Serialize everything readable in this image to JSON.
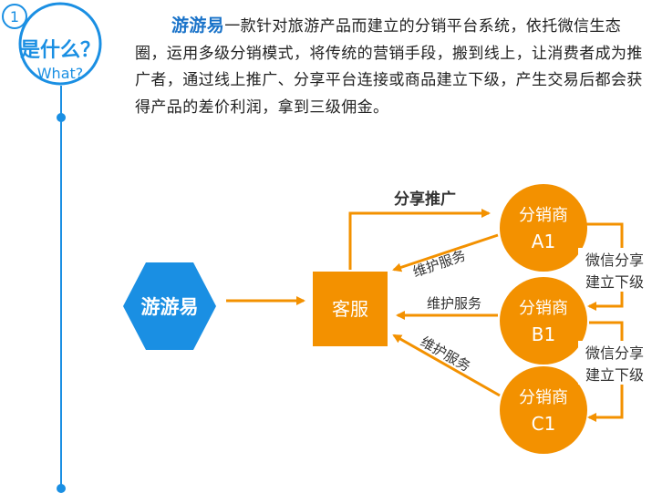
{
  "badge": {
    "number": "1",
    "title": "是什么？",
    "subtitle": "What?"
  },
  "intro": {
    "brand": "游游易",
    "text": "一款针对旅游产品而建立的分销平台系统，依托微信生态圈，运用多级分销模式，将传统的营销手段，搬到线上，让消费者成为推广者，通过线上推广、分享平台连接或商品建立下级，产生交易后都会获得产品的差价利润，拿到三级佣金。"
  },
  "diagram": {
    "brand_node": "游游易",
    "service_node": "客服",
    "share_promote": "分享推广",
    "maintain_1": "维护服务",
    "maintain_2": "维护服务",
    "maintain_3": "维护服务",
    "distributors": [
      {
        "line1": "分销商",
        "line2": "A1"
      },
      {
        "line1": "分销商",
        "line2": "B1"
      },
      {
        "line1": "分销商",
        "line2": "C1"
      }
    ],
    "wechat_1": {
      "line1": "微信分享",
      "line2": "建立下级"
    },
    "wechat_2": {
      "line1": "微信分享",
      "line2": "建立下级"
    }
  },
  "colors": {
    "blue": "#1a8fe3",
    "orange": "#f39100",
    "hexagon_blue": "#1a8fe3"
  }
}
